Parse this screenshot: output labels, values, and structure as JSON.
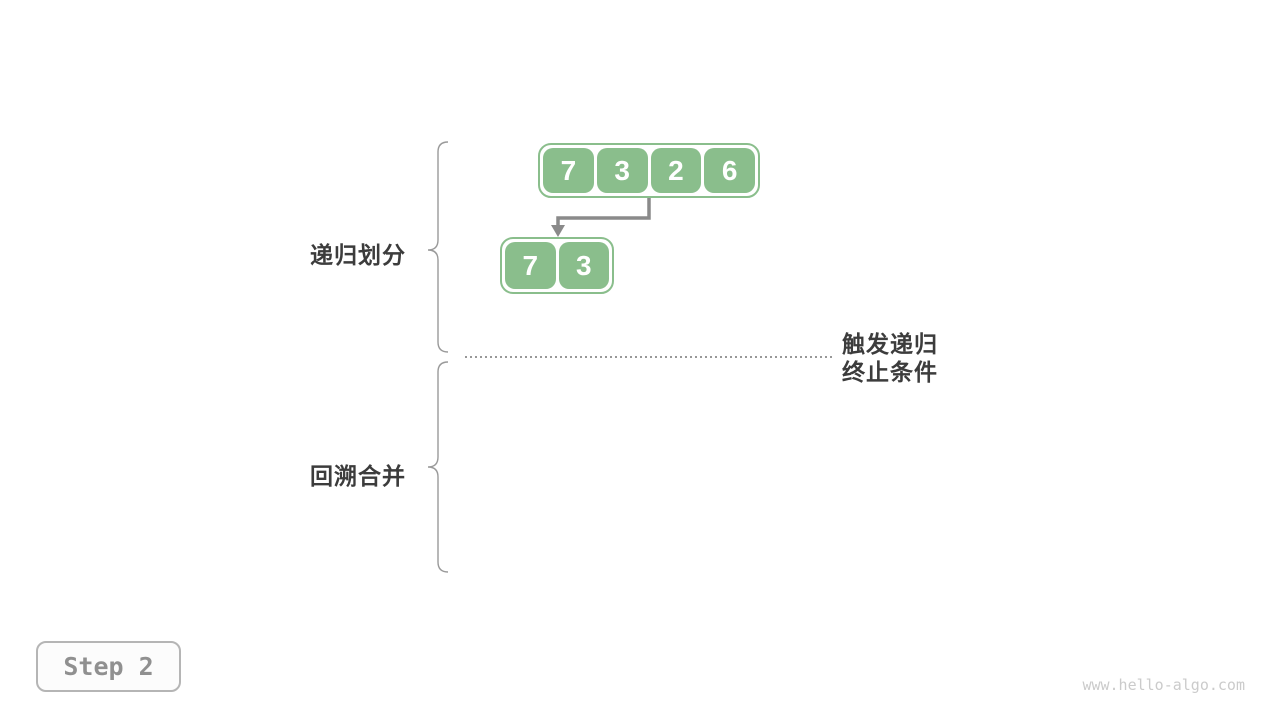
{
  "arrays": [
    {
      "name": "top-array",
      "values": [
        "7",
        "3",
        "2",
        "6"
      ]
    },
    {
      "name": "sub-array",
      "values": [
        "7",
        "3"
      ]
    }
  ],
  "labels": {
    "recursive_partition": "递归划分",
    "backtrack_merge": "回溯合并",
    "termination_line1": "触发递归",
    "termination_line2": "终止条件"
  },
  "step": {
    "label": "Step 2"
  },
  "watermark": "www.hello-algo.com",
  "icons": {
    "arrow": "split-arrow-down-icon",
    "brace_top": "curly-brace-recursive-partition",
    "brace_bottom": "curly-brace-backtrack-merge",
    "divider": "termination-dotted-divider"
  },
  "colors": {
    "cell_green": "#8ABE8C",
    "cell_text": "#FFFFFF",
    "arrow_gray": "#8A8A8A",
    "brace_gray": "#9A9A9A",
    "divider_gray": "#777777",
    "label_text": "#3C3C3C",
    "step_border": "#B5B5B5",
    "step_text": "#909090",
    "watermark_gray": "#CBCBCB",
    "background": "#FFFFFF"
  }
}
